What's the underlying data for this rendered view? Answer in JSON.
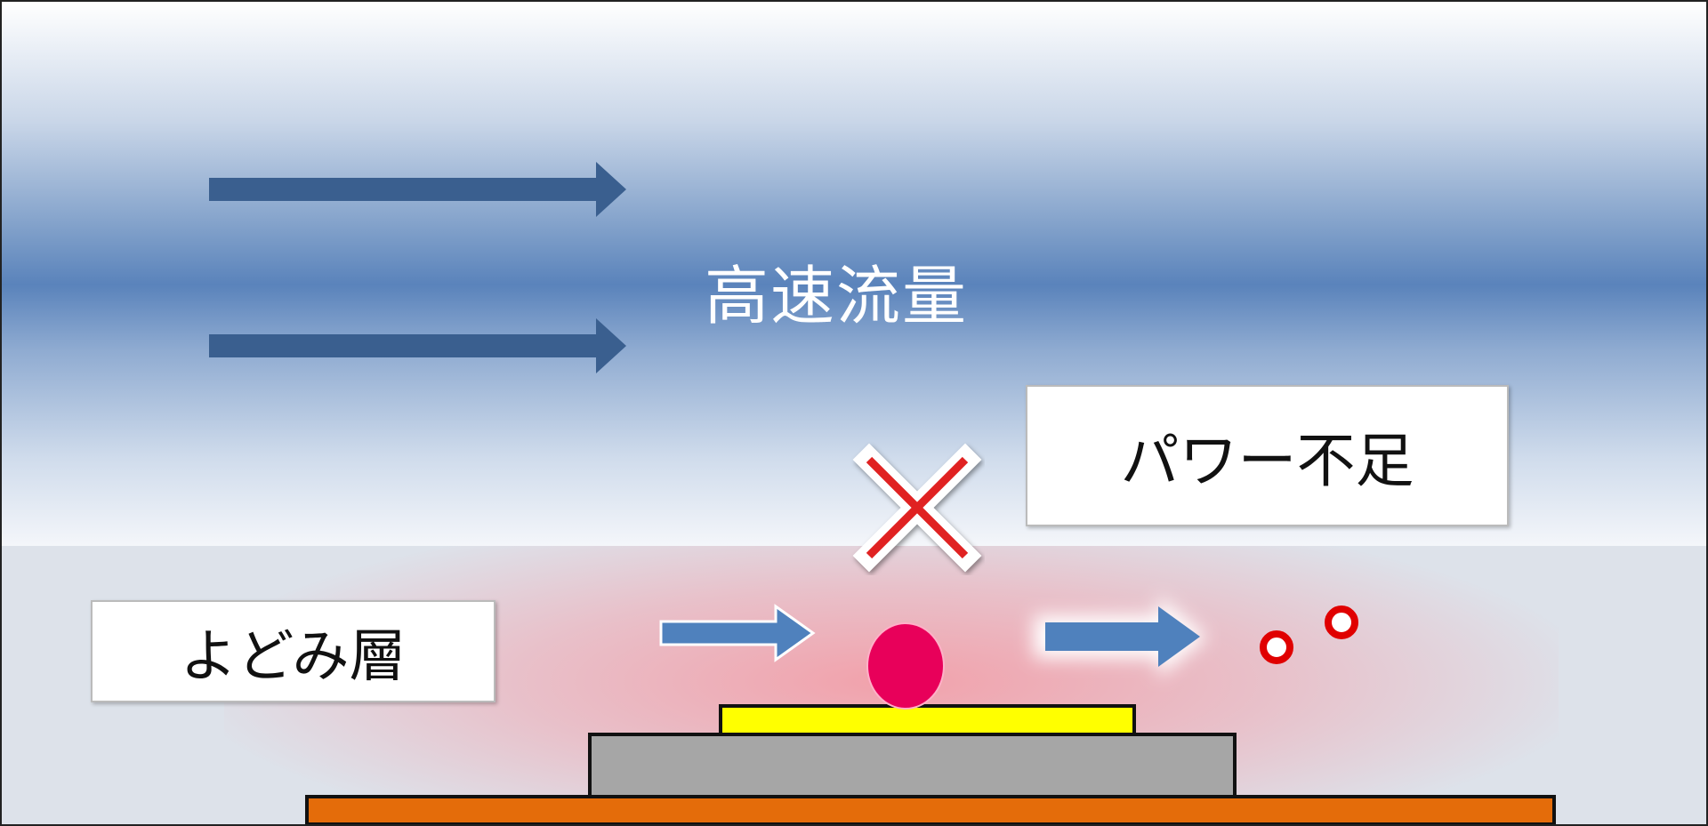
{
  "labels": {
    "high_speed_flow": "高速流量",
    "insufficient_power": "パワー不足",
    "stagnant_layer": "よどみ層"
  },
  "colors": {
    "flow_arrow": "#3a5f8f",
    "small_arrow": "#4f81bd",
    "particle": "#e8005a",
    "cross": "#e02020",
    "yellow_layer": "#ffff00",
    "gray_layer": "#a6a6a6",
    "orange_layer": "#e46c0a"
  }
}
